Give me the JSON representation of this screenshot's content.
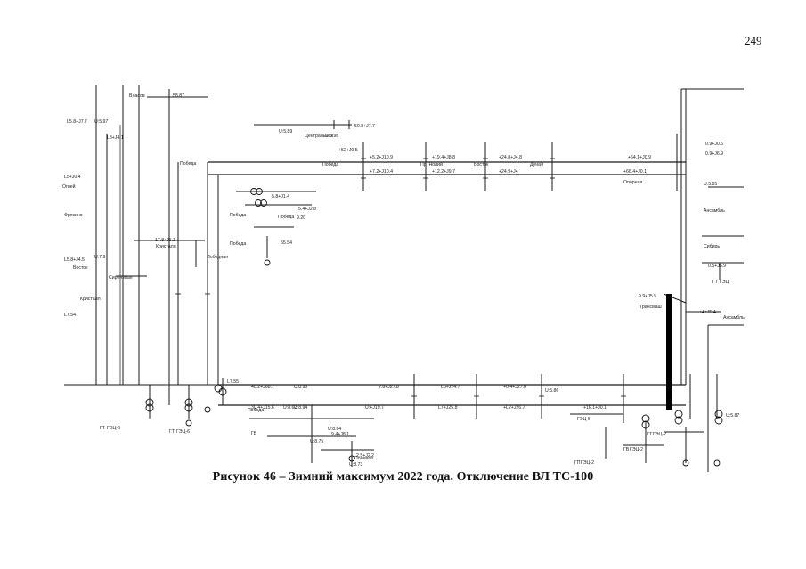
{
  "page": {
    "number": "249"
  },
  "caption": "Рисунок 46 – Зимний максимум 2022 года. Отключение ВЛ ТС-100",
  "diagram": {
    "nodes": [
      "Власов",
      "Центральная",
      "Победа",
      "Пр. Нолий",
      "Восток",
      "Дунай",
      "Опорная",
      "Победа",
      "Победа",
      "Победа",
      "Победа",
      "Кристалл",
      "Победная",
      "Огней",
      "Сиреневая",
      "Восток",
      "Фрязино",
      "Сибирь",
      "Кристалл",
      "Трансмаш",
      "Ансамбль",
      "Ансамбль",
      "Победа",
      "Полевая"
    ],
    "stations": [
      "ГЭЦ-6",
      "ГЭЦ-6",
      "ГЭЦ-5",
      "ГЭЦ-2",
      "ГЭЦ-2",
      "ГЭЦ-2",
      "ГЭЦ"
    ],
    "bus_labels": [
      "50.8+J7.7",
      "U:5.96",
      "+52+J0.5",
      "+5.2+J10.9",
      "+19.4+J8.8",
      "+24.8+J4.8",
      "+64.1+J0.9",
      "+7.2+J10.4",
      "+12.2+J9.7",
      "+24.9+J4",
      "+66.4+J0.1",
      "40.2+J68.7",
      "7.8+J27.8",
      "L5+J24.7",
      "+0.4+J27.8",
      "U:5.86",
      "30.4+J15.6",
      "U:+J19.7",
      "L7+J25.8",
      "+L2+J26.7",
      "+16.1+J0.1",
      "9.9+J5.5",
      "+4+J5.4",
      "5.8+J1.4",
      "5.4+J2.8",
      "17.8+J5.1",
      "L5.8+J4.5",
      "L5+J0.4",
      "L8+J4.1",
      "0.9+J0.6",
      "0.9+J6.9",
      "0.5+J5.9",
      "U:5.85",
      "U:5.87",
      "L5.8+J7.7",
      "U:5.97",
      "U:7.9",
      "U:5.89",
      "L7.55",
      "L7.54",
      "U:8.64",
      "U:8.75",
      "U:8.73",
      "2.5+J2.2",
      "U:8.90",
      "9.4+J8.1",
      "U:8.62",
      "U:8.94",
      "58.87",
      "55.54",
      "9.20"
    ],
    "transformer_labels": [
      "ГТ",
      "ГТ",
      "ГП",
      "ГВ",
      "ГВ",
      "ГГ",
      "ГТ"
    ]
  }
}
